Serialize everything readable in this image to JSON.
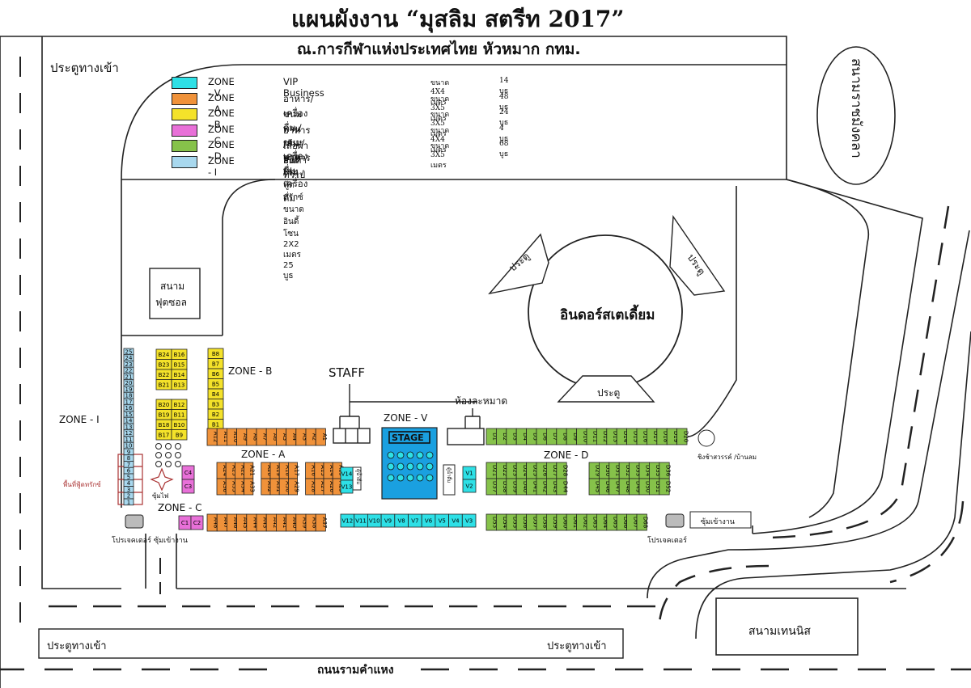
{
  "header": {
    "title": "แผนผังงาน “มุสลิม สตรีท 2017”",
    "subtitle": "ณ.การกีฬาแห่งประเทศไทย หัวหมาก กทม."
  },
  "colors": {
    "zone_v": "#2ee0e6",
    "zone_a": "#f0923a",
    "zone_b": "#f4e22a",
    "zone_c": "#e870d8",
    "zone_d": "#86c24a",
    "zone_i": "#a8d8ee",
    "stage": "#1aa0e0"
  },
  "legend": [
    {
      "color": "#2ee0e6",
      "zone": "ZONE - V",
      "desc": "VIP Business",
      "size": "ขนาด 4X4 เมตร",
      "count": "14 บูธ"
    },
    {
      "color": "#f0923a",
      "zone": "ZONE - A",
      "desc": "อาหาร/เครื่องดื่ม / ขนมทานเล่น",
      "size": "ขนาด 3X5 เมตร",
      "count": "48 บูธ"
    },
    {
      "color": "#f4e22a",
      "zone": "ZONE - B",
      "desc": "ขนมทานเล่น / อาหาร / เครื่องดื่ม",
      "size": "ขนาด 3X5 เมตร",
      "count": "24 บูธ"
    },
    {
      "color": "#e870d8",
      "zone": "ZONE - C",
      "desc": "อาหาร / เครื่องดื่ม",
      "size": "ขนาด 4X4 เมตร",
      "count": "4 บูธ"
    },
    {
      "color": "#86c24a",
      "zone": "ZONE - D",
      "desc": "เสื้อผ้า สินค้าทั่วไป",
      "size": "ขนาด 3X5 เมตร",
      "count": "68 บูธ"
    },
    {
      "color": "#a8d8ee",
      "zone": "ZONE - I",
      "desc": "อินดี้โซน / ฟู้ดทรักซ์ ขนาด อินดี้โซน 2X2 เมตร  25  บูธ",
      "size": "",
      "count": ""
    }
  ],
  "labels": {
    "entrance_top_left": "ประตูทางเข้า",
    "entrance_bottom_left": "ประตูทางเข้า",
    "entrance_bottom_right": "ประตูทางเข้า",
    "market": "สนามราชมังคลา",
    "futsal_line1": "สนาม",
    "futsal_line2": "ฟุตซอล",
    "stadium": "อินดอร์สเตเดี้ยม",
    "gate_left": "ประตู",
    "gate_right": "ประตู",
    "gate_bottom": "ประตู",
    "staff": "STAFF",
    "restroom": "ห้องละหมาด",
    "stage": "STAGE",
    "zone_b": "ZONE - B",
    "zone_a": "ZONE - A",
    "zone_v": "ZONE - V",
    "zone_d": "ZONE - D",
    "zone_i": "ZONE - I",
    "zone_c": "ZONE - C",
    "foodtruck": "พื้นที่ฟู้ดทรักซ์",
    "light_arch": "ซุ้มไฟ",
    "projector_left": "โปรเจคเตอร์",
    "entry_arch": "ซุ้มเข้างาน",
    "projector_right": "โปรเจคเตอร์",
    "arch_right": "ซุ้มเข้างาน",
    "lucky_draw": "ชิงช้าสวรรค์ /บ้านลม",
    "tennis": "สนามเทนนิส",
    "road": "ถนนรามคำแหง",
    "water_v": "ตู้น้ำดื่ม",
    "water_v2": "ตู้น้ำดื่ม"
  },
  "booths": {
    "zone_b_col1": [
      "B24",
      "B23",
      "B22",
      "B21",
      "B20",
      "B19",
      "B18",
      "B17"
    ],
    "zone_b_col2": [
      "B16",
      "B15",
      "B14",
      "B13",
      "B12",
      "B11",
      "B10",
      "B9"
    ],
    "zone_b_col3": [
      "B8",
      "B7",
      "B6",
      "B5",
      "B4",
      "B3",
      "B2",
      "B1"
    ],
    "zone_a_top": [
      "A12",
      "A11",
      "A10",
      "A9",
      "A8",
      "A7",
      "A6",
      "A5",
      "A4",
      "A3",
      "A2",
      "A1"
    ],
    "zone_a_mid1": [
      "A24",
      "A23",
      "A22",
      "A21",
      "A20",
      "A19",
      "A18",
      "A17",
      "A16",
      "A15",
      "A14",
      "A13"
    ],
    "zone_a_mid2": [
      "A36",
      "A35",
      "A34",
      "A33",
      "A32",
      "A31",
      "A30",
      "A29",
      "A28",
      "A27",
      "A26",
      "A25"
    ],
    "zone_a_bottom": [
      "A48",
      "A47",
      "A46",
      "A45",
      "A44",
      "A43",
      "A42",
      "A41",
      "A40",
      "A39",
      "A38",
      "A37"
    ],
    "zone_c_top": [
      "C4",
      "C3"
    ],
    "zone_c_bottom": [
      "C1",
      "C2"
    ],
    "zone_v_left": [
      "V14",
      "V13"
    ],
    "zone_v_right": [
      "V1",
      "V2"
    ],
    "zone_v_bottom": [
      "V12",
      "V11",
      "V10",
      "V9",
      "V8",
      "V7",
      "V6",
      "V5",
      "V4",
      "V3"
    ],
    "zone_d_top": [
      "D1",
      "D2",
      "D3",
      "D4",
      "D5",
      "D6",
      "D7",
      "D8",
      "D9",
      "D10",
      "D11",
      "D12",
      "D13",
      "D14",
      "D15",
      "D16",
      "D17",
      "D18",
      "D19",
      "D20"
    ],
    "zone_d_mid1a": [
      "D21",
      "D22",
      "D23",
      "D24",
      "D25",
      "D26",
      "D27",
      "D28"
    ],
    "zone_d_mid2a": [
      "D37",
      "D38",
      "D39",
      "D40",
      "D41",
      "D42",
      "D43",
      "D44"
    ],
    "zone_d_mid1b": [
      "D29",
      "D30",
      "D31",
      "D32",
      "D33",
      "D34",
      "D35",
      "D36"
    ],
    "zone_d_mid2b": [
      "D45",
      "D46",
      "D47",
      "D48",
      "D49",
      "D50",
      "D51",
      "D52"
    ],
    "zone_d_bottom": [
      "D53",
      "D54",
      "D55",
      "D56",
      "D57",
      "D58",
      "D59",
      "D60",
      "D61",
      "D62",
      "D63",
      "D64",
      "D65",
      "D66",
      "D67",
      "D68"
    ],
    "zone_i": [
      "25",
      "24",
      "23",
      "22",
      "21",
      "20",
      "19",
      "18",
      "17",
      "16",
      "15",
      "14",
      "13",
      "12",
      "11",
      "10",
      "9",
      "8",
      "7",
      "6",
      "5",
      "4",
      "3",
      "2",
      "1"
    ]
  }
}
